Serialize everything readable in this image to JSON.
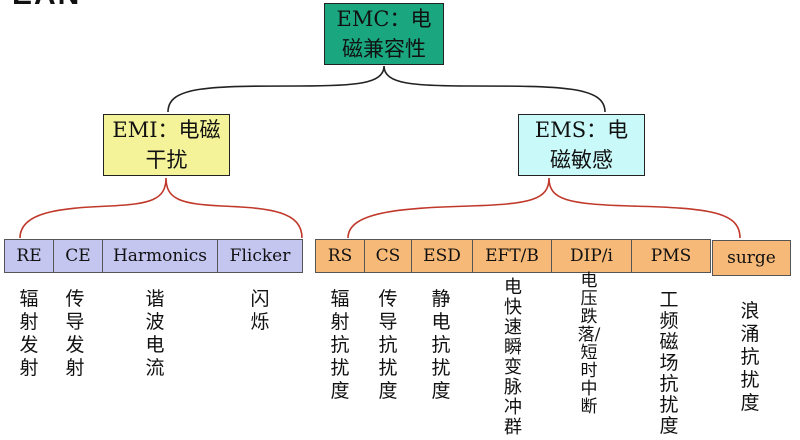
{
  "corner_label": "EAN",
  "root": {
    "line1": "EMC：电",
    "line2": "磁兼容性"
  },
  "emi": {
    "line1": "EMI：电磁",
    "line2": "干扰"
  },
  "ems": {
    "line1": "EMS：电",
    "line2": "磁敏感"
  },
  "emi_items": [
    {
      "label": "RE",
      "desc": "辐射发射"
    },
    {
      "label": "CE",
      "desc": "传导发射"
    },
    {
      "label": "Harmonics",
      "desc": "谐波电流"
    },
    {
      "label": "Flicker",
      "desc": "闪烁"
    }
  ],
  "ems_items": [
    {
      "label": "RS",
      "desc": "辐射抗扰度"
    },
    {
      "label": "CS",
      "desc": "传导抗扰度"
    },
    {
      "label": "ESD",
      "desc": "静电抗扰度"
    },
    {
      "label": "EFT/B",
      "desc": "电快速瞬变脉冲群"
    },
    {
      "label": "DIP/i",
      "desc": "电压跌落/短时中断"
    },
    {
      "label": "PMS",
      "desc": "工频磁场抗扰度"
    },
    {
      "label": "surge",
      "desc": "浪涌抗扰度"
    }
  ],
  "colors": {
    "root": "#1aa77f",
    "emi": "#f4f39a",
    "ems": "#c9f9f9",
    "emi_cells": "#c4c6f0",
    "ems_cells": "#f6b978",
    "top_brace": "#222222",
    "bottom_braces": "#c0392b"
  }
}
